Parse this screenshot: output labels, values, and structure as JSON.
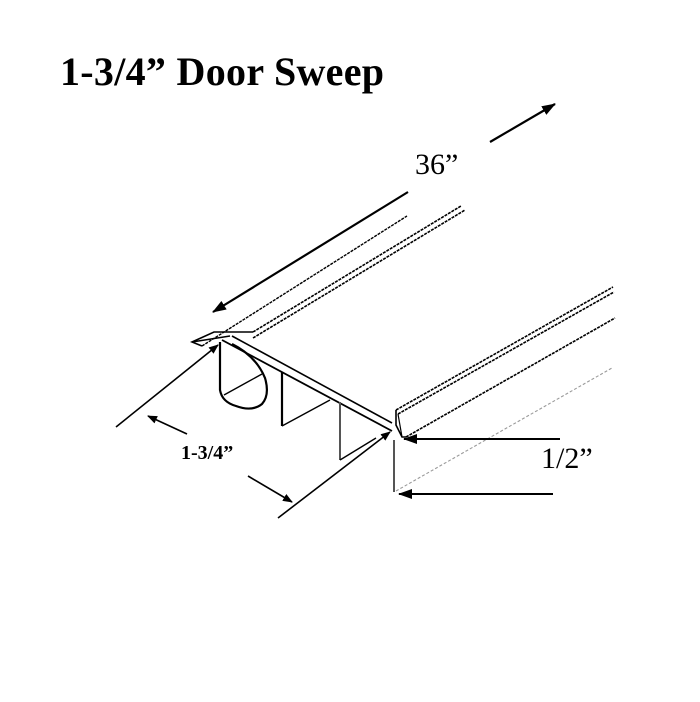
{
  "title": "1-3/4” Door Sweep",
  "dimensions": {
    "length": "36”",
    "width": "1-3/4”",
    "height": "1/2”"
  },
  "colors": {
    "line": "#000000",
    "faint_line": "#9a9a9a",
    "background": "#ffffff"
  }
}
